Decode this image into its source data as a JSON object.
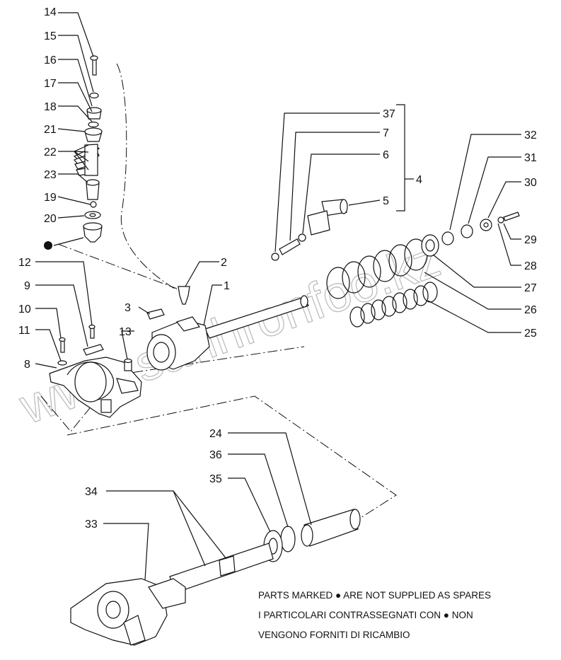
{
  "watermark": "www.sahhronfoo.kz",
  "labels": {
    "p1": "1",
    "p2": "2",
    "p3": "3",
    "p4": "4",
    "p5": "5",
    "p6": "6",
    "p7": "7",
    "p8": "8",
    "p9": "9",
    "p10": "10",
    "p11": "11",
    "p12": "12",
    "p13": "13",
    "p14": "14",
    "p15": "15",
    "p16": "16",
    "p17": "17",
    "p18": "18",
    "p19": "19",
    "p20": "20",
    "p21": "21",
    "p22": "22",
    "p23": "23",
    "p24": "24",
    "p25": "25",
    "p26": "26",
    "p27": "27",
    "p28": "28",
    "p29": "29",
    "p30": "30",
    "p31": "31",
    "p32": "32",
    "p33": "33",
    "p34": "34",
    "p35": "35",
    "p36": "36",
    "p37": "37"
  },
  "notes": {
    "line1": "PARTS MARKED ● ARE NOT SUPPLIED AS SPARES",
    "line2": "I  PARTICOLARI  CONTRASSEGNATI  CON  ●  NON",
    "line3": "VENGONO FORNITI DI RICAMBIO"
  }
}
